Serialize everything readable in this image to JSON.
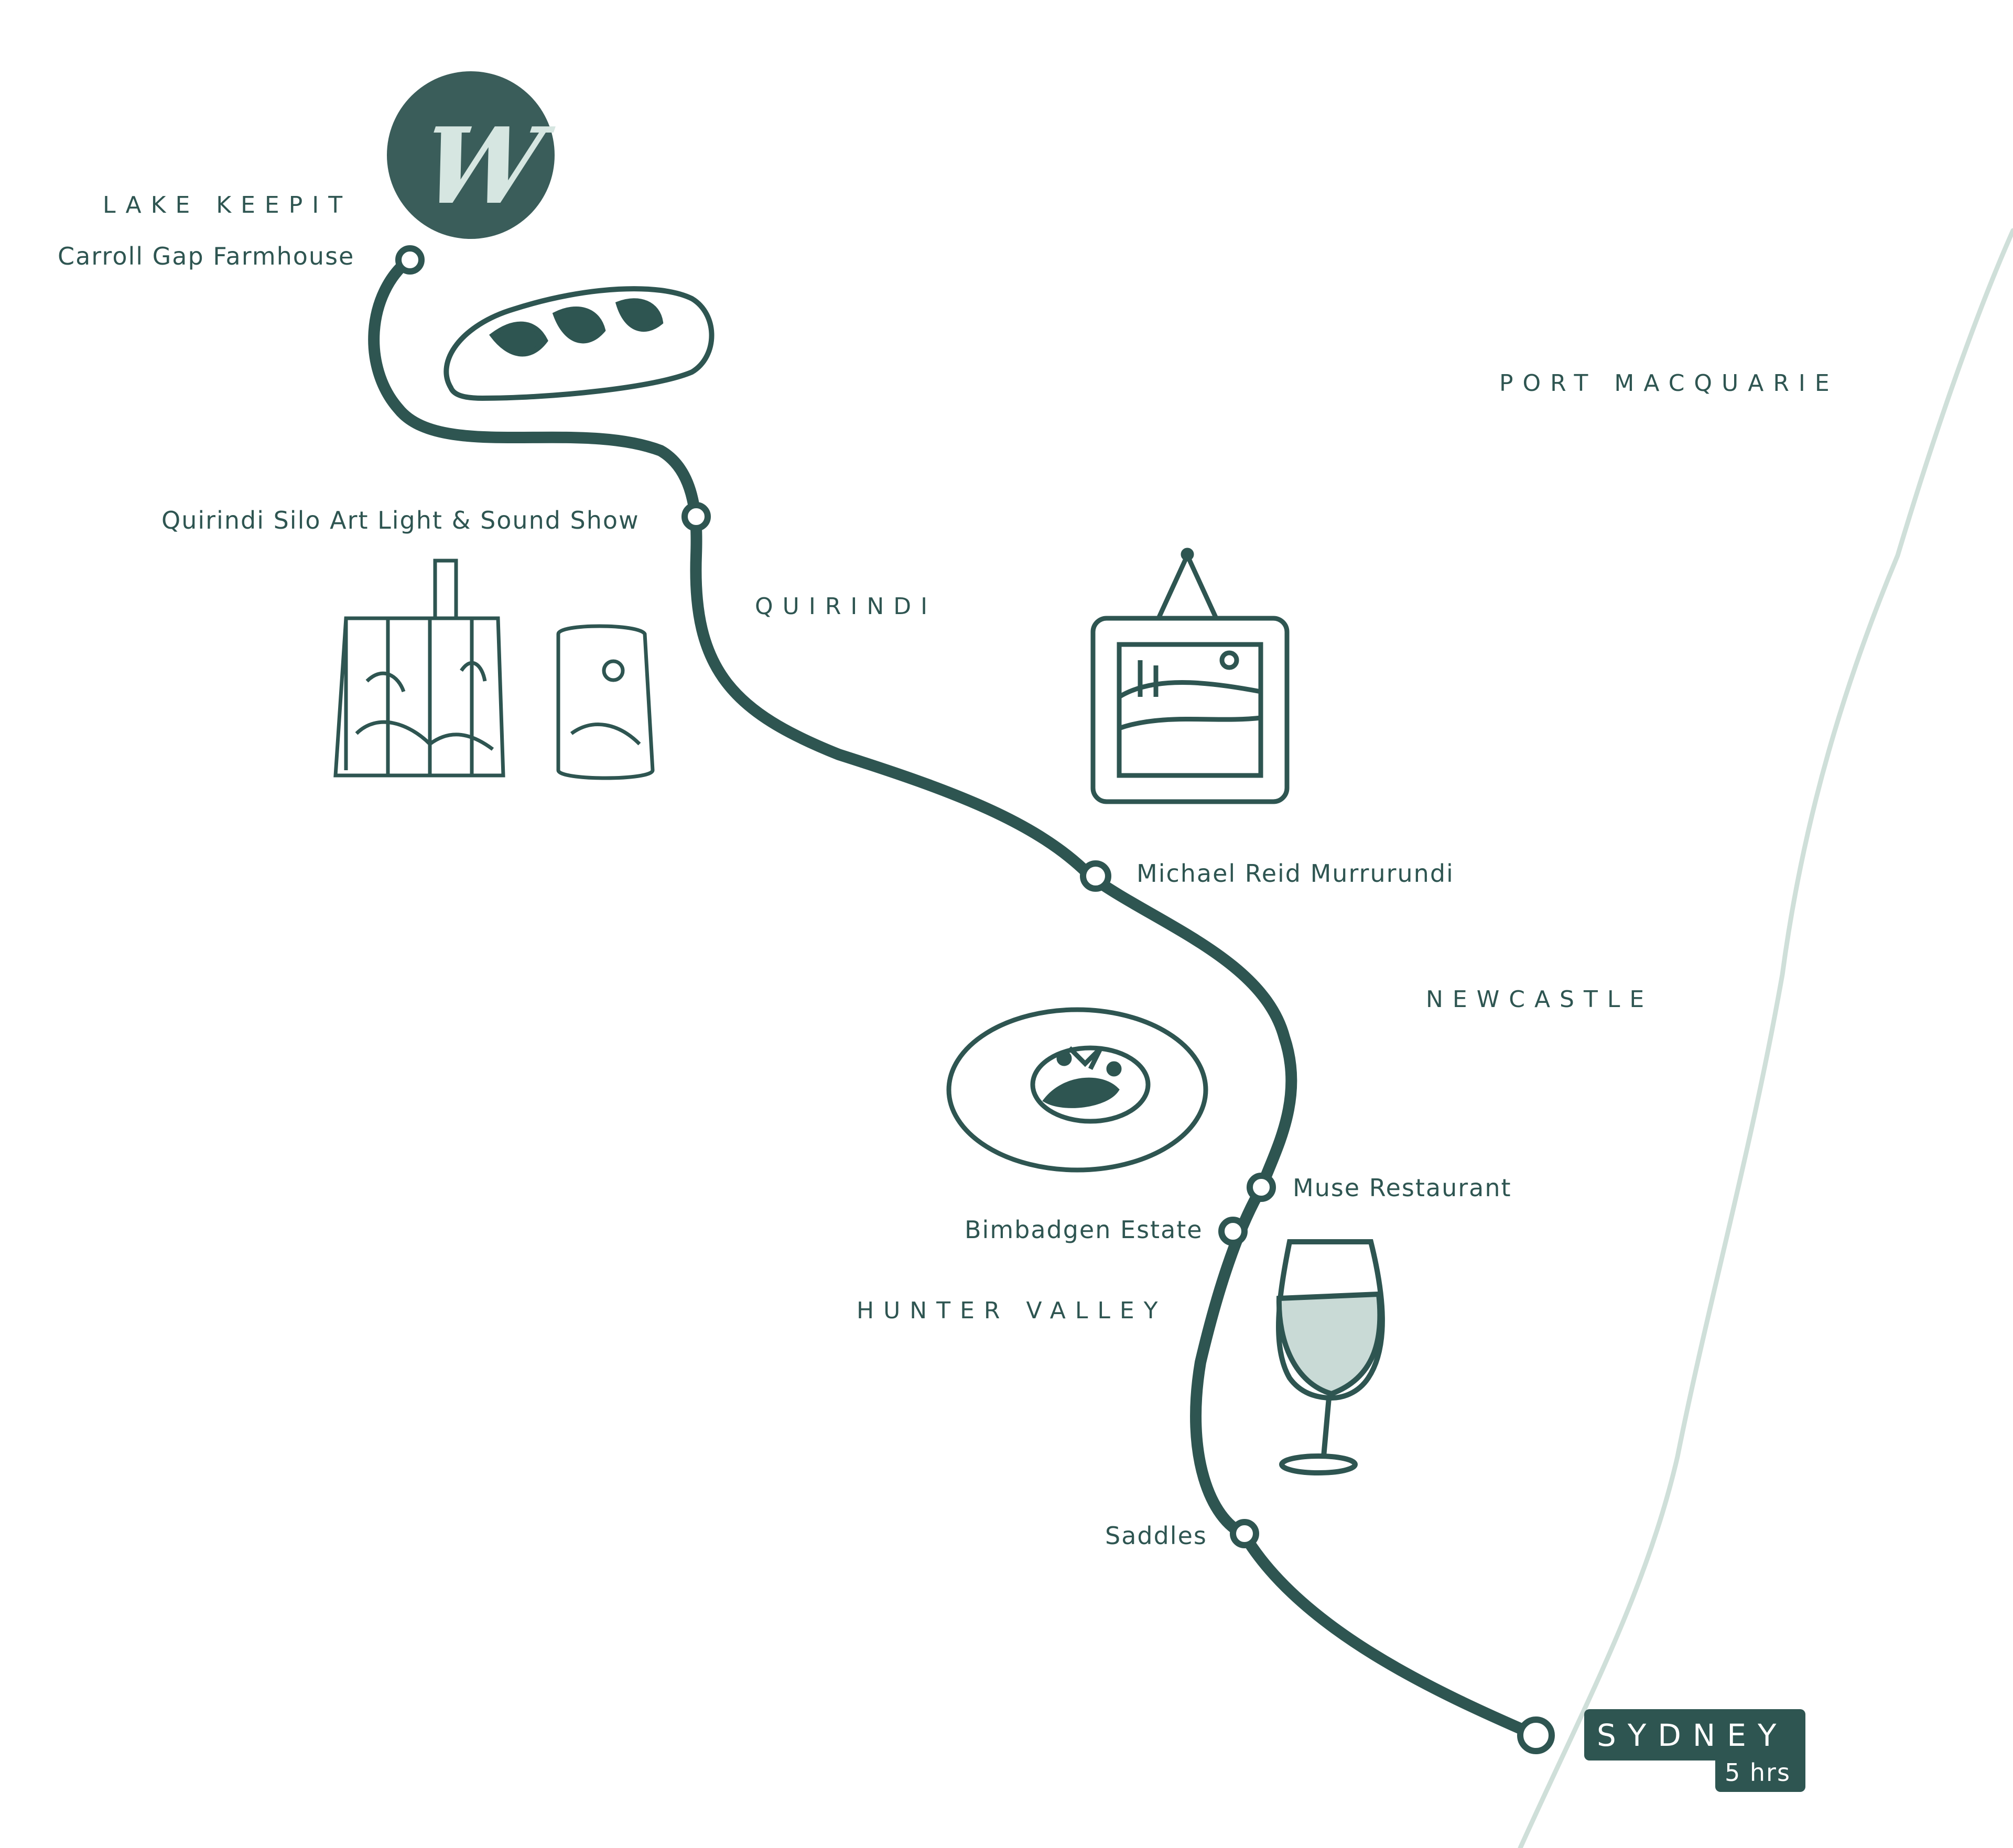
{
  "map": {
    "logo": {
      "letter": "W"
    },
    "regions": {
      "lake_keepit": "LAKE KEEPIT",
      "port_macquarie": "PORT MACQUARIE",
      "quirindi": "QUIRINDI",
      "newcastle": "NEWCASTLE",
      "hunter_valley": "HUNTER VALLEY"
    },
    "stops": {
      "carroll_gap": "Carroll Gap Farmhouse",
      "quirindi_silo": "Quirindi Silo Art Light & Sound Show",
      "michael_reid": "Michael Reid Murrurundi",
      "muse": "Muse Restaurant",
      "bimbadgen": "Bimbadgen Estate",
      "saddles": "Saddles"
    },
    "destination": {
      "name": "SYDNEY",
      "travel_time": "5 hrs"
    },
    "illustrations": [
      "bread-icon",
      "silo-art-icon",
      "framed-painting-icon",
      "plated-dish-icon",
      "wine-glass-icon"
    ],
    "colors": {
      "route": "#2e5551",
      "coastline": "#cfdfd9",
      "logo_text": "#d6e6e1",
      "background": "#ffffff"
    }
  }
}
